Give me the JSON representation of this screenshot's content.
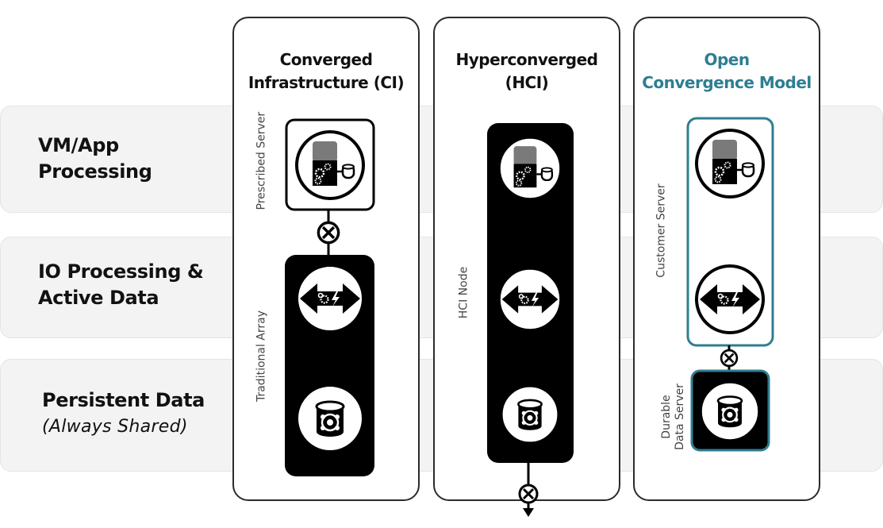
{
  "rows": [
    {
      "label_line1": "VM/App",
      "label_line2": "Processing"
    },
    {
      "label_line1": "IO Processing &",
      "label_line2": "Active Data"
    },
    {
      "label_line1": "Persistent Data",
      "label_line2": "(Always Shared)"
    }
  ],
  "columns": [
    {
      "title": "Converged\nInfrastructure (CI)",
      "labels": [
        "Prescribed Server",
        "Traditional Array"
      ]
    },
    {
      "title": "Hyperconverged\n(HCI)",
      "labels": [
        "HCI Node"
      ]
    },
    {
      "title": "Open\nConvergence Model",
      "labels": [
        "Customer Server",
        "Durable\nData Server"
      ]
    }
  ],
  "colors": {
    "accent_teal": "#2e7e92",
    "dark": "#000000",
    "band": "#f3f3f3"
  },
  "icons": [
    "server-compute-icon",
    "io-processing-icon",
    "storage-disk-icon",
    "connector-x-icon",
    "arrow-down-icon"
  ]
}
